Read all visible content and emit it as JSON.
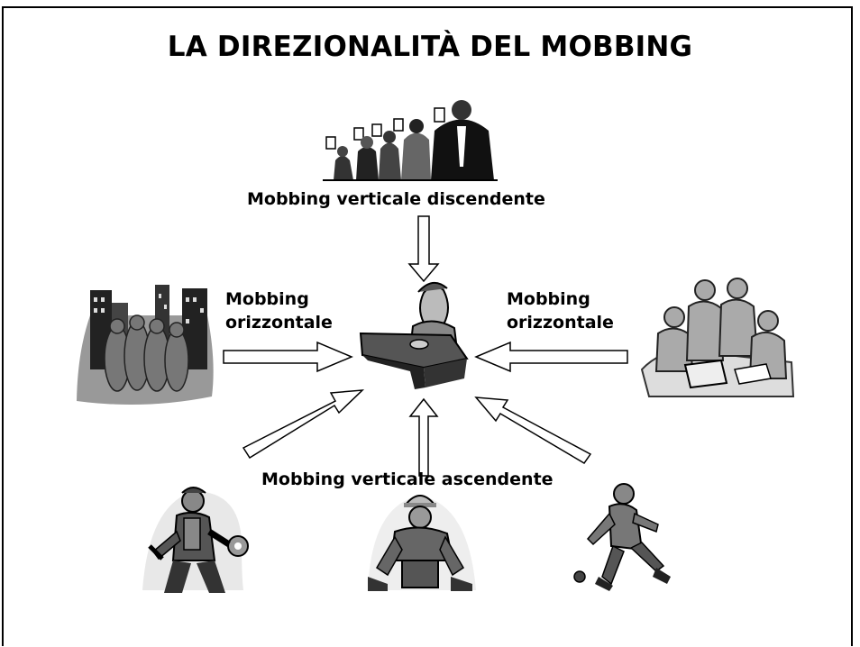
{
  "title": "LA DIREZIONALITÀ DEL MOBBING",
  "labels": {
    "top": "Mobbing verticale discendente",
    "left_line1": "Mobbing",
    "left_line2": "orizzontale",
    "right_line1": "Mobbing",
    "right_line2": "orizzontale",
    "bottom": "Mobbing verticale ascendente"
  },
  "icons": [
    "group-of-judges-icon",
    "city-crowd-icon",
    "worried-office-worker-icon",
    "team-meeting-icon",
    "mechanic-icon",
    "construction-worker-icon",
    "bowler-man-icon"
  ]
}
